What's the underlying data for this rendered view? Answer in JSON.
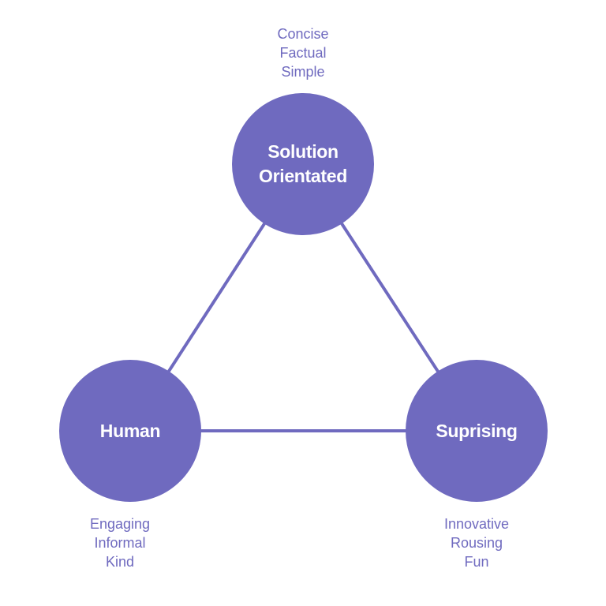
{
  "colors": {
    "accent": "#6f6abf",
    "background": "#ffffff"
  },
  "nodes": {
    "top": {
      "label": "Solution\nOrientated",
      "attributes": [
        "Concise",
        "Factual",
        "Simple"
      ]
    },
    "left": {
      "label": "Human",
      "attributes": [
        "Engaging",
        "Informal",
        "Kind"
      ]
    },
    "right": {
      "label": "Suprising",
      "attributes": [
        "Innovative",
        "Rousing",
        "Fun"
      ]
    }
  }
}
